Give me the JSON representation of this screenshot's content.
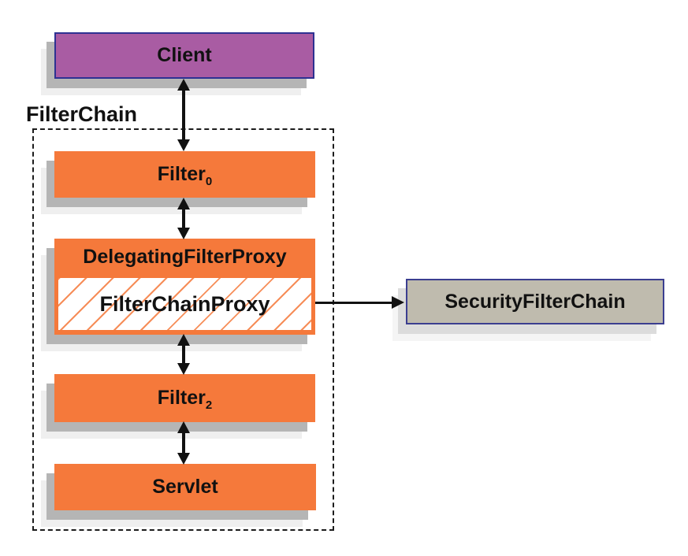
{
  "diagram": {
    "boundary_label": "FilterChain",
    "client": {
      "label": "Client"
    },
    "filter0": {
      "base": "Filter",
      "sub": "0"
    },
    "delegating_filter_proxy": {
      "label": "DelegatingFilterProxy"
    },
    "filter_chain_proxy": {
      "label": "FilterChainProxy"
    },
    "filter2": {
      "base": "Filter",
      "sub": "2"
    },
    "servlet": {
      "label": "Servlet"
    },
    "security_filter_chain": {
      "label": "SecurityFilterChain"
    },
    "colors": {
      "box_orange": "#F5793B",
      "client_purple": "#A95CA3",
      "client_border_navy": "#2E3192",
      "security_gray": "#BFBBAE",
      "security_border_navy": "#3B3E90",
      "arrow_black": "#111111",
      "shadow_gray": "#B5B5B5",
      "hatch_orange": "#F5793B"
    }
  }
}
